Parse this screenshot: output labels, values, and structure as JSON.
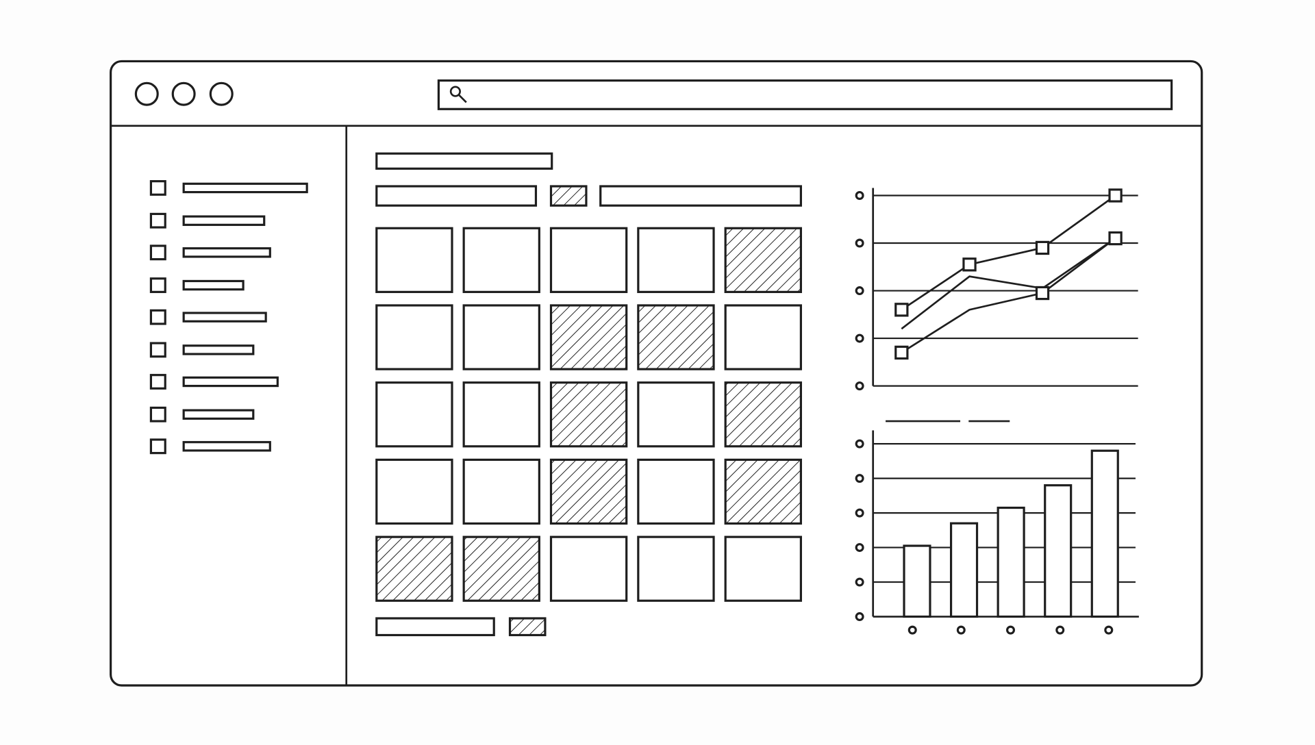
{
  "colors": {
    "ink": "#1e1e1e",
    "background": "#ffffff"
  },
  "window": {
    "controls": [
      "close",
      "minimize",
      "maximize"
    ]
  },
  "search": {
    "icon": "search-icon",
    "value": ""
  },
  "sidebar": {
    "items": [
      {
        "checked": false
      },
      {
        "checked": false
      },
      {
        "checked": false
      },
      {
        "checked": false
      },
      {
        "checked": false
      },
      {
        "checked": false
      },
      {
        "checked": false
      },
      {
        "checked": false
      },
      {
        "checked": false
      }
    ]
  },
  "grid": {
    "hatched": [
      [
        false,
        false,
        false,
        false,
        true
      ],
      [
        false,
        false,
        true,
        true,
        false
      ],
      [
        false,
        false,
        true,
        false,
        true
      ],
      [
        false,
        false,
        true,
        false,
        true
      ],
      [
        true,
        true,
        false,
        false,
        false
      ]
    ]
  },
  "chart_data": [
    {
      "type": "line",
      "title": "",
      "xlabel": "",
      "ylabel": "",
      "x": [
        1,
        2,
        3,
        4
      ],
      "ylim": [
        0,
        4
      ],
      "grid": true,
      "series": [
        {
          "values": [
            1.6,
            2.55,
            2.9,
            4.0
          ],
          "markers": [
            true,
            true,
            true,
            true
          ]
        },
        {
          "values": [
            0.7,
            1.6,
            1.95,
            3.1
          ],
          "markers": [
            true,
            false,
            true,
            true
          ]
        },
        {
          "values": [
            1.2,
            2.3,
            2.05,
            3.1
          ],
          "markers": [
            false,
            false,
            false,
            false
          ]
        }
      ]
    },
    {
      "type": "bar",
      "title": "",
      "xlabel": "",
      "ylabel": "",
      "categories": [
        "",
        "",
        "",
        "",
        ""
      ],
      "values": [
        2.05,
        2.7,
        3.15,
        3.8,
        4.8
      ],
      "ylim": [
        0,
        5
      ],
      "grid": true,
      "legend": "top-left"
    }
  ]
}
